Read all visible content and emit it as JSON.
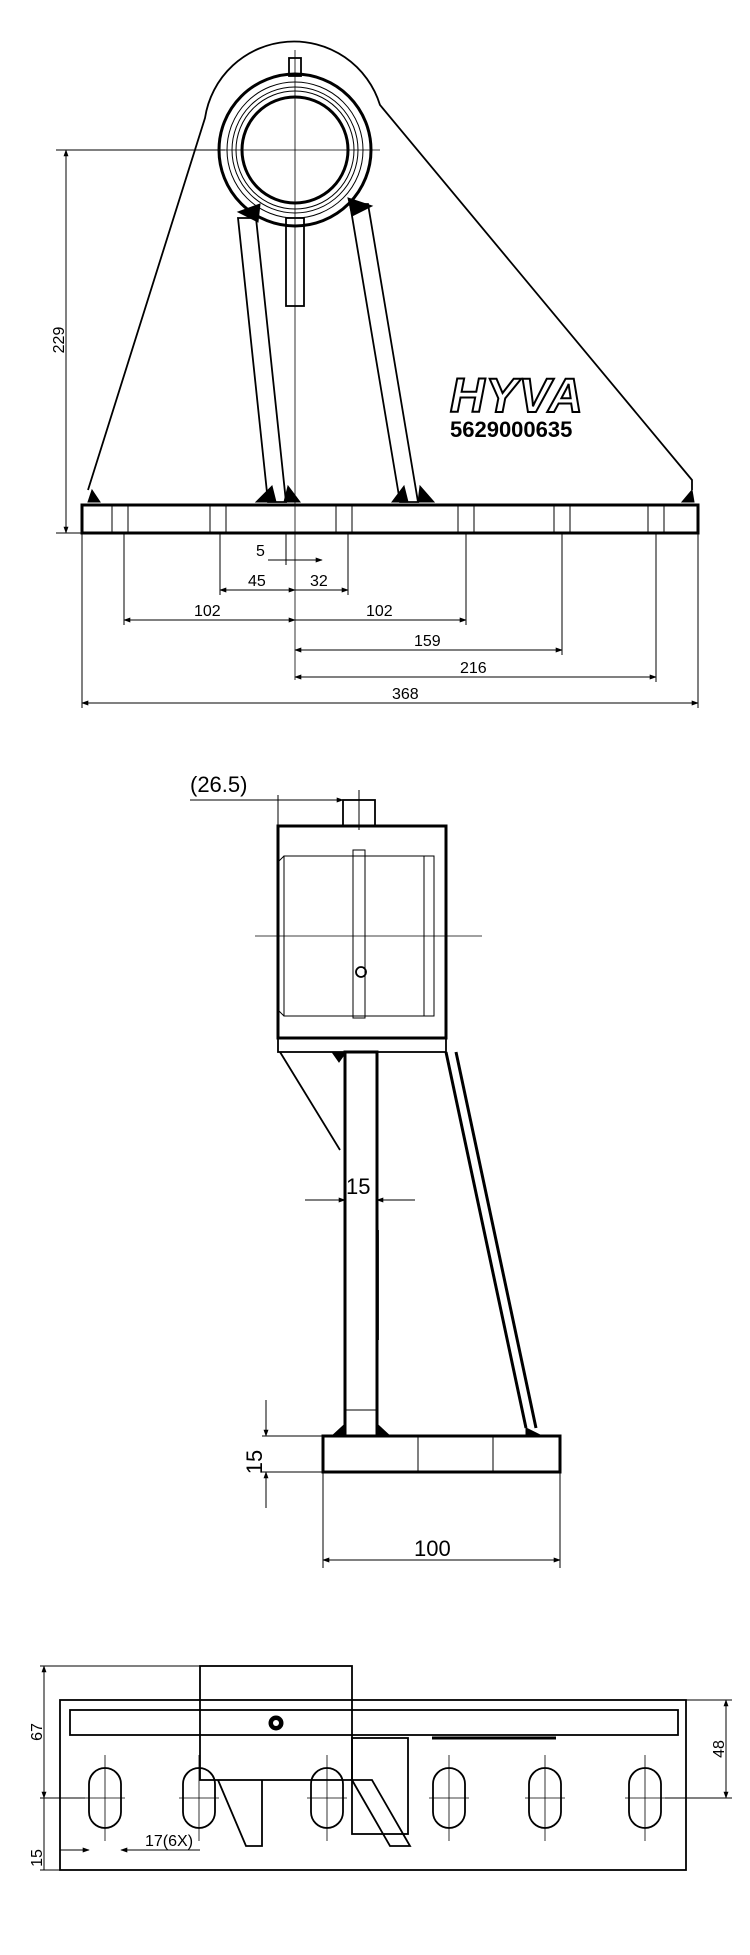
{
  "logo": {
    "text": "HYVA"
  },
  "part_number": "5629000635",
  "colors": {
    "line": "#000000",
    "background": "#ffffff"
  },
  "front_view": {
    "dims": {
      "height": "229",
      "d5": "5",
      "d45": "45",
      "d32": "32",
      "d102_left": "102",
      "d102_right": "102",
      "d159": "159",
      "d216": "216",
      "d368": "368"
    }
  },
  "side_view": {
    "dims": {
      "offset": "(26.5)",
      "web": "15",
      "base_thickness": "15",
      "base_width": "100"
    }
  },
  "plan_view": {
    "dims": {
      "d67": "67",
      "d48": "48",
      "d15": "15",
      "slots": "17(6X)"
    }
  }
}
